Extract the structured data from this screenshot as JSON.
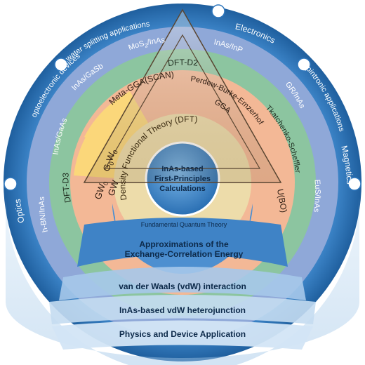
{
  "applications": {
    "optics": "Optics",
    "optoelectronic": "optoelectronic devices",
    "water_splitting": "water splitting applications",
    "electronics": "Electronics",
    "spintronic": "spintronic applications",
    "magnetics": "Magnetics"
  },
  "heterojunctions": {
    "hbn_inas": "h-BN/InAs",
    "inas_gaas": "InAs/GaAs",
    "inas_gasb": "InAs/GaSb",
    "mos2_inas_main": "MoS",
    "mos2_inas_sub": "2",
    "mos2_inas_rest": "/InAs",
    "inas_inp": "InAs/InP",
    "gr_inas": "GR/InAs",
    "eus_inas": "EuS/InAs"
  },
  "vdw_methods": {
    "dft_d3": "DFT-D3",
    "dft_d2": "DFT-D2",
    "tkatchenko": "Tkatchenko-Scheffler"
  },
  "xc_methods": {
    "gw0_main": "GW",
    "gw0_sub": "0",
    "g0w0_g": "G",
    "g0w0_sub1": "0",
    "g0w0_w": "W",
    "g0w0_sub2": "0",
    "gw": "GW",
    "meta_gga": "Meta-GGA(SCAN)",
    "pbe": "Perdew-Burke-Emzerhof",
    "gga": "GGA",
    "ubo": "U(BO)"
  },
  "theory": {
    "dft": "Density Functional Theory (DFT)",
    "fundamental": "Fundamental Quantum Theory"
  },
  "center": {
    "line1": "InAs-based",
    "line2": "First-Principles",
    "line3": "Calculations"
  },
  "bands": {
    "approx_line1": "Approximations of the",
    "approx_line2": "Exchange-Correlation Energy",
    "vdw": "van der Waals (vdW) interaction",
    "hetero": "InAs-based vdW heterojunction",
    "physics": "Physics and Device Application"
  },
  "colors": {
    "outer_ring": "#2f77bd",
    "hetero_ring": "#8fa8d8",
    "vdw_ring": "#8cc5a0",
    "xc_ring": "#f3b896",
    "gw_ring": "#fbd77a",
    "dft_ring": "#eddcaa",
    "core": "#3a86c8",
    "band": "#b7d5ee"
  }
}
